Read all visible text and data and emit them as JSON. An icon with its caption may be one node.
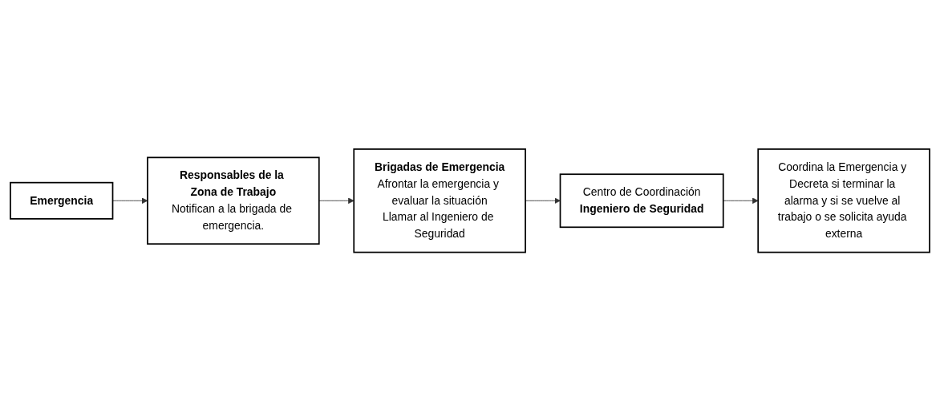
{
  "diagram": {
    "nodes": [
      {
        "text": [
          "Emergencia"
        ]
      },
      {
        "text": [
          "Responsables de la Zona de Trabajo",
          "Notifican a la brigada de emergencia."
        ]
      },
      {
        "text": [
          "Brigadas de Emergencia",
          "Afrontar la emergencia y evaluar la situación",
          "Llamar al Ingeniero de Seguridad"
        ]
      },
      {
        "text": [
          "Centro de Coordinación",
          "Ingeniero de Seguridad"
        ]
      },
      {
        "text": [
          "Coordina la Emergencia y Decreta si terminar la alarma y si se vuelve al trabajo o se solicita ayuda externa"
        ]
      }
    ],
    "edges": [
      {
        "from": 0,
        "to": 1,
        "arrow": "to"
      },
      {
        "from": 1,
        "to": 2,
        "arrow": "to"
      },
      {
        "from": 2,
        "to": 3,
        "arrow": "to"
      },
      {
        "from": 3,
        "to": 4,
        "arrow": "to"
      }
    ]
  }
}
